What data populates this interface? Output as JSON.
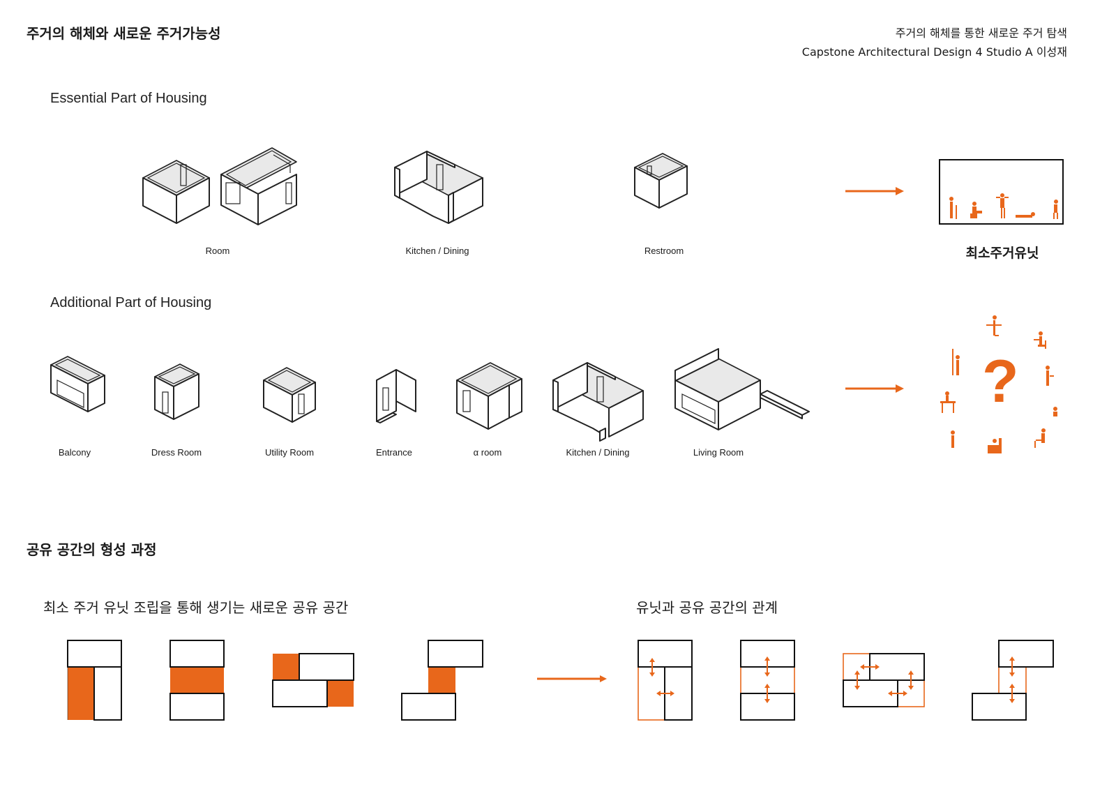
{
  "header": {
    "title": "주거의 해체와 새로운 주거가능성",
    "subtitle_line1": "주거의 해체를 통한 새로운 주거 탐색",
    "subtitle_line2": "Capstone Architectural Design 4 Studio A 이성재"
  },
  "essential": {
    "title": "Essential Part of Housing",
    "labels": [
      "Room",
      "Kitchen / Dining",
      "Restroom"
    ],
    "result": "최소주거유닛"
  },
  "additional": {
    "title": "Additional Part of Housing",
    "labels": [
      "Balcony",
      "Dress Room",
      "Utility Room",
      "Entrance",
      "α room",
      "Kitchen / Dining",
      "Living Room"
    ],
    "result": "?"
  },
  "shared": {
    "title": "공유 공간의 형성 과정",
    "left_subtitle": "최소 주거 유닛 조립을 통해 생기는 새로운 공유 공간",
    "right_subtitle": "유닛과 공유 공간의 관계"
  },
  "colors": {
    "accent": "#e8671b",
    "ink": "#222222"
  }
}
